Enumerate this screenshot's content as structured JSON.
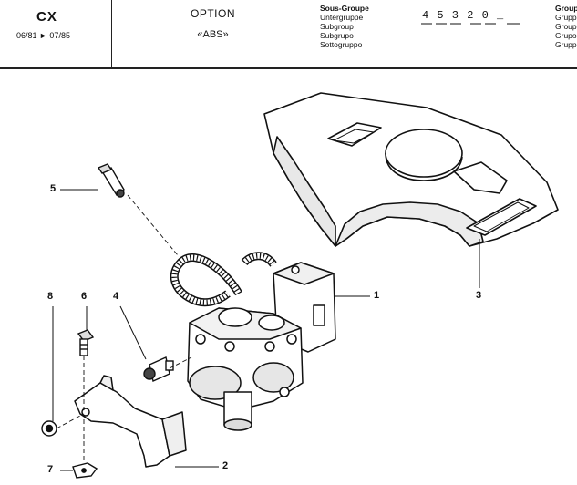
{
  "header": {
    "model": "CX",
    "dates": "06/81 ► 07/85",
    "option_title": "OPTION",
    "option_name": "«ABS»",
    "subgroup_labels": [
      "Sous-Groupe",
      "Untergruppe",
      "Subgroup",
      "Subgrupo",
      "Sottogruppo"
    ],
    "reference": "4 5 3 2 0 _",
    "group_labels": [
      "Group",
      "Grupp",
      "Group",
      "Grupo",
      "Grupp"
    ]
  },
  "callouts": [
    "1",
    "2",
    "3",
    "4",
    "5",
    "6",
    "7",
    "8"
  ]
}
